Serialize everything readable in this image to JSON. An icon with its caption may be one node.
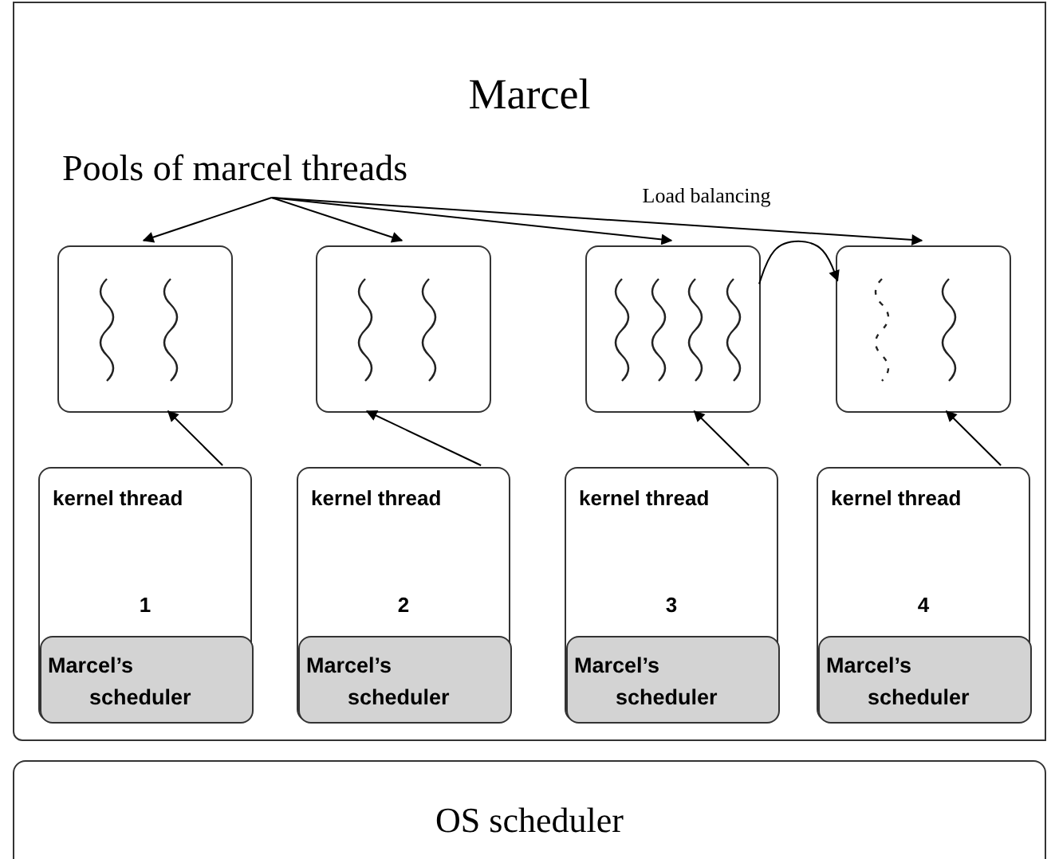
{
  "diagram": {
    "nodes": [
      {
        "text": [
          "Marcel"
        ]
      },
      {
        "text": [
          "Pools of marcel threads"
        ],
        "in": 0
      },
      {
        "text": [],
        "shape": "box",
        "in": 0
      },
      {
        "text": [],
        "shape": "box",
        "in": 0
      },
      {
        "text": [],
        "shape": "box",
        "in": 0
      },
      {
        "text": [],
        "shape": "box",
        "in": 0
      },
      {
        "text": [
          "kernel thread",
          "1"
        ],
        "in": 0
      },
      {
        "text": [
          "Marcel’s scheduler"
        ],
        "in": 6
      },
      {
        "text": [
          "kernel thread",
          "2"
        ],
        "in": 0
      },
      {
        "text": [
          "Marcel’s scheduler"
        ],
        "in": 8
      },
      {
        "text": [
          "kernel thread",
          "3"
        ],
        "in": 0
      },
      {
        "text": [
          "Marcel’s scheduler"
        ],
        "in": 10
      },
      {
        "text": [
          "kernel thread",
          "4"
        ],
        "in": 0
      },
      {
        "text": [
          "Marcel’s scheduler"
        ],
        "in": 12
      },
      {
        "text": [
          "OS scheduler"
        ]
      }
    ],
    "edges": [
      {
        "from": 1,
        "to": 2,
        "arrow": "to"
      },
      {
        "from": 1,
        "to": 3,
        "arrow": "to"
      },
      {
        "from": 1,
        "to": 4,
        "arrow": "to"
      },
      {
        "from": 1,
        "to": 5,
        "arrow": "to"
      },
      {
        "from": 4,
        "to": 5,
        "arrow": "to",
        "label": "Load balancing"
      },
      {
        "from": 6,
        "to": 2,
        "arrow": "to"
      },
      {
        "from": 8,
        "to": 3,
        "arrow": "to"
      },
      {
        "from": 10,
        "to": 4,
        "arrow": "to"
      },
      {
        "from": 12,
        "to": 5,
        "arrow": "to"
      }
    ]
  }
}
